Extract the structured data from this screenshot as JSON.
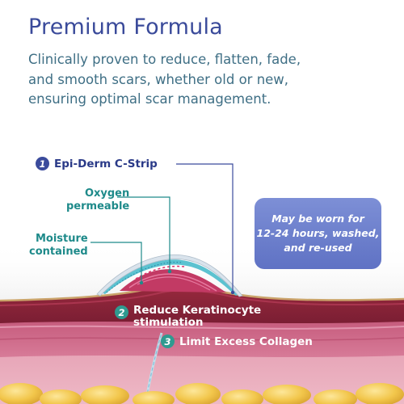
{
  "header": {
    "title": "Premium Formula",
    "subtitle_lines": [
      "Clinically proven to reduce, flatten, fade,",
      "and smooth scars, whether old or new,",
      "ensuring optimal scar management."
    ]
  },
  "diagram": {
    "step1": {
      "number": "1",
      "label": "Epi-Derm C-Strip"
    },
    "step2": {
      "number": "2",
      "label_line1": "Reduce Keratinocyte",
      "label_line2": "stimulation"
    },
    "step3": {
      "number": "3",
      "label": "Limit Excess Collagen"
    },
    "callout_oxygen": {
      "line1": "Oxygen",
      "line2": "permeable"
    },
    "callout_moisture": {
      "line1": "Moisture",
      "line2": "contained"
    },
    "info_box": {
      "lines": [
        "May be worn for",
        "12-24 hours, washed,",
        "and re-used"
      ]
    }
  },
  "colors": {
    "title": "#3a4a9a",
    "subtitle": "#3f6f85",
    "callout_teal": "#1e8a8a",
    "step_badge_blue": "#3b4b9c",
    "step_badge_teal": "#2f9a90",
    "skin_top": "#8a2b3c",
    "skin_mid": "#c05a78",
    "fat_layer": "#f1c24a"
  }
}
